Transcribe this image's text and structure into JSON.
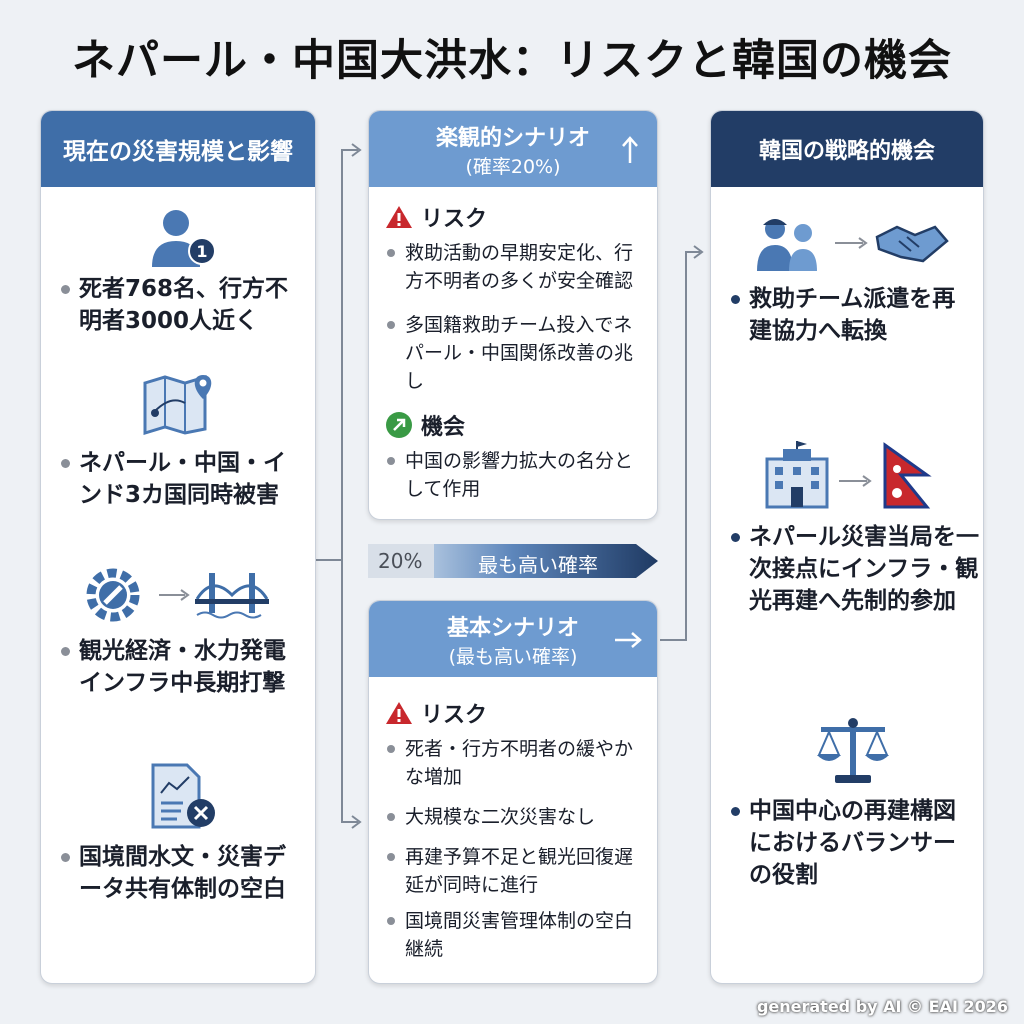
{
  "title": "ネパール・中国大洪水：リスクと韓国の機会",
  "left_panel": {
    "header": "現在の災害規模と影響",
    "items": [
      {
        "icon": "person-count-icon",
        "text": "死者768名、行方不明者3000人近く"
      },
      {
        "icon": "map-pin-icon",
        "text": "ネパール・中国・インド3カ国同時被害"
      },
      {
        "icon": "gear-bridge-icon",
        "text": "観光経済・水力発電インフラ中長期打撃"
      },
      {
        "icon": "document-error-icon",
        "text": "国境間水文・災害データ共有体制の空白"
      }
    ],
    "badge_number": "1"
  },
  "optimistic": {
    "header_line1": "楽観的シナリオ",
    "header_line2": "(確率20%)",
    "risk_label": "リスク",
    "risks": [
      "救助活動の早期安定化、行方不明者の多くが安全確認",
      "多国籍救助チーム投入でネパール・中国関係改善の兆し"
    ],
    "opportunity_label": "機会",
    "opportunities": [
      "中国の影響力拡大の名分として作用"
    ]
  },
  "probability_bar": {
    "percent_label": "20%",
    "label": "最も高い確率"
  },
  "base": {
    "header_line1": "基本シナリオ",
    "header_line2": "(最も高い確率)",
    "risk_label": "リスク",
    "risks": [
      "死者・行方不明者の緩やかな増加",
      "大規模な二次災害なし",
      "再建予算不足と観光回復遅延が同時に進行",
      "国境間災害管理体制の空白継続"
    ]
  },
  "korea": {
    "header": "韓国の戦略的機会",
    "items": [
      {
        "icon": "rescue-team-handshake-icon",
        "text": "救助チーム派遣を再建協力へ転換"
      },
      {
        "icon": "building-nepal-flag-icon",
        "text": "ネパール災害当局を一次接点にインフラ・観光再建へ先制的参加"
      },
      {
        "icon": "balance-scale-icon",
        "text": "中国中心の再建構図におけるバランサーの役割"
      }
    ]
  },
  "footer": "generated by AI © EAI 2026",
  "colors": {
    "header_blue": "#3f6ea8",
    "header_light": "#6e9bd0",
    "header_navy": "#223d66",
    "risk_red": "#c8282d",
    "opportunity_green": "#3a9a45"
  }
}
